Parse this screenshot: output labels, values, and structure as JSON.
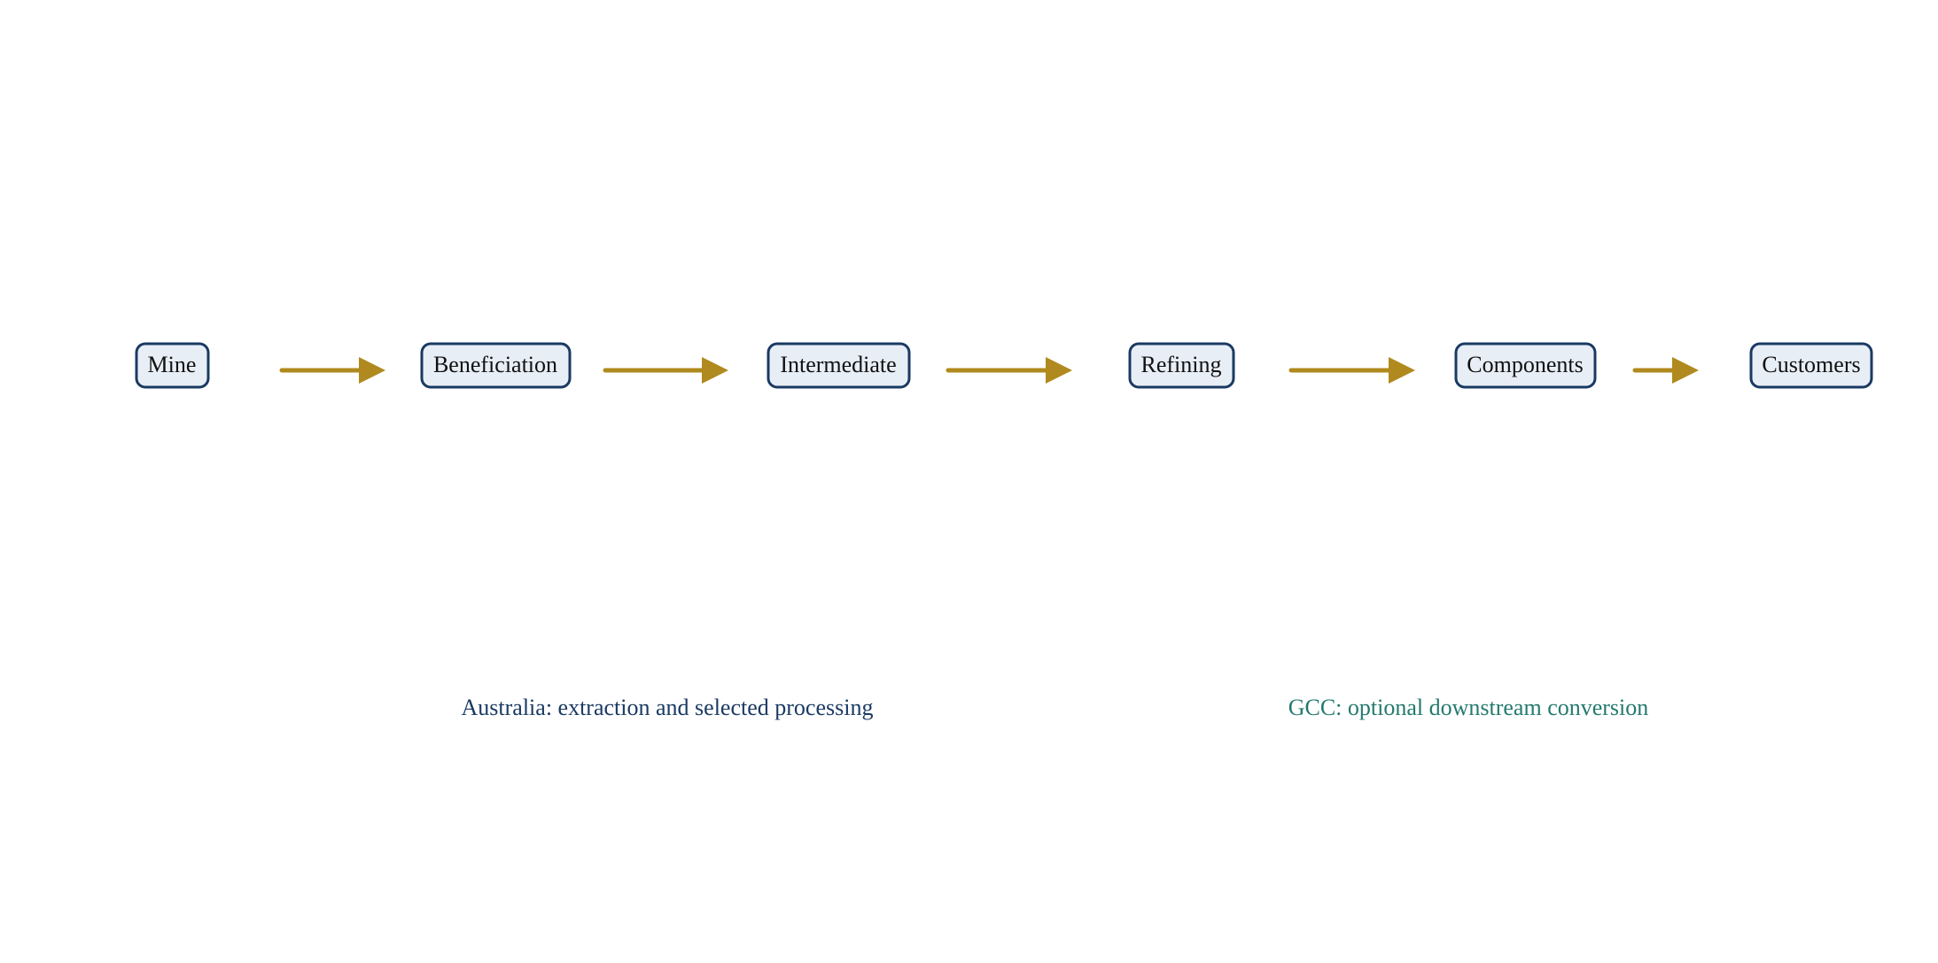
{
  "diagram": {
    "nodes": [
      {
        "id": "mine",
        "label": "Mine"
      },
      {
        "id": "beneficiation",
        "label": "Beneficiation"
      },
      {
        "id": "intermediate",
        "label": "Intermediate"
      },
      {
        "id": "refining",
        "label": "Refining"
      },
      {
        "id": "components",
        "label": "Components"
      },
      {
        "id": "customers",
        "label": "Customers"
      }
    ],
    "edges": [
      {
        "from": "mine",
        "to": "beneficiation"
      },
      {
        "from": "beneficiation",
        "to": "intermediate"
      },
      {
        "from": "intermediate",
        "to": "refining"
      },
      {
        "from": "refining",
        "to": "components"
      },
      {
        "from": "components",
        "to": "customers"
      }
    ],
    "regions": [
      {
        "id": "australia",
        "label": "Australia: extraction and selected processing",
        "color": "#1a3a63"
      },
      {
        "id": "gcc",
        "label": "GCC: optional downstream conversion",
        "color": "#237a6e"
      }
    ]
  },
  "colors": {
    "node_fill": "#e8eef6",
    "node_stroke": "#1a3a63",
    "arrow": "#b08a1e"
  }
}
